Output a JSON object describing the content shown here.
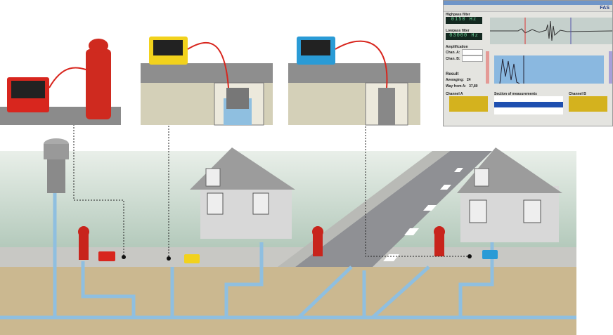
{
  "software": {
    "logo": "FAS",
    "highpass_label": "Highpass filter",
    "highpass_value": "0150 Hz",
    "lowpass_label": "Lowpass filter",
    "lowpass_value": "03000 Hz",
    "amplification_label": "Amplification",
    "chan_a_label": "Chan. A:",
    "chan_b_label": "Chan. B:",
    "result_label": "Result",
    "averaging_label": "Averaging:",
    "averaging_value": "24",
    "way_label": "Way from A:",
    "way_value": "37,80",
    "channel_a_label": "Channel A",
    "section_label": "Section of measurements",
    "channel_b_label": "Channel B"
  },
  "colors": {
    "pipe": "#8fbfe0",
    "ground": "#c9b68f",
    "case_red": "#d8261e",
    "case_yellow": "#f2d21c",
    "case_blue": "#2a9bd6"
  }
}
